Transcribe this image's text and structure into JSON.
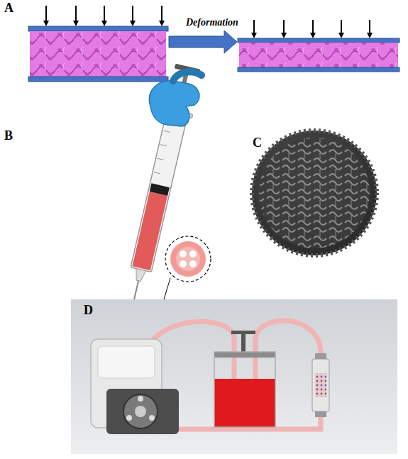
{
  "diagram": {
    "labels": [
      "A",
      "Deformation",
      "B",
      "C",
      "D"
    ]
  }
}
